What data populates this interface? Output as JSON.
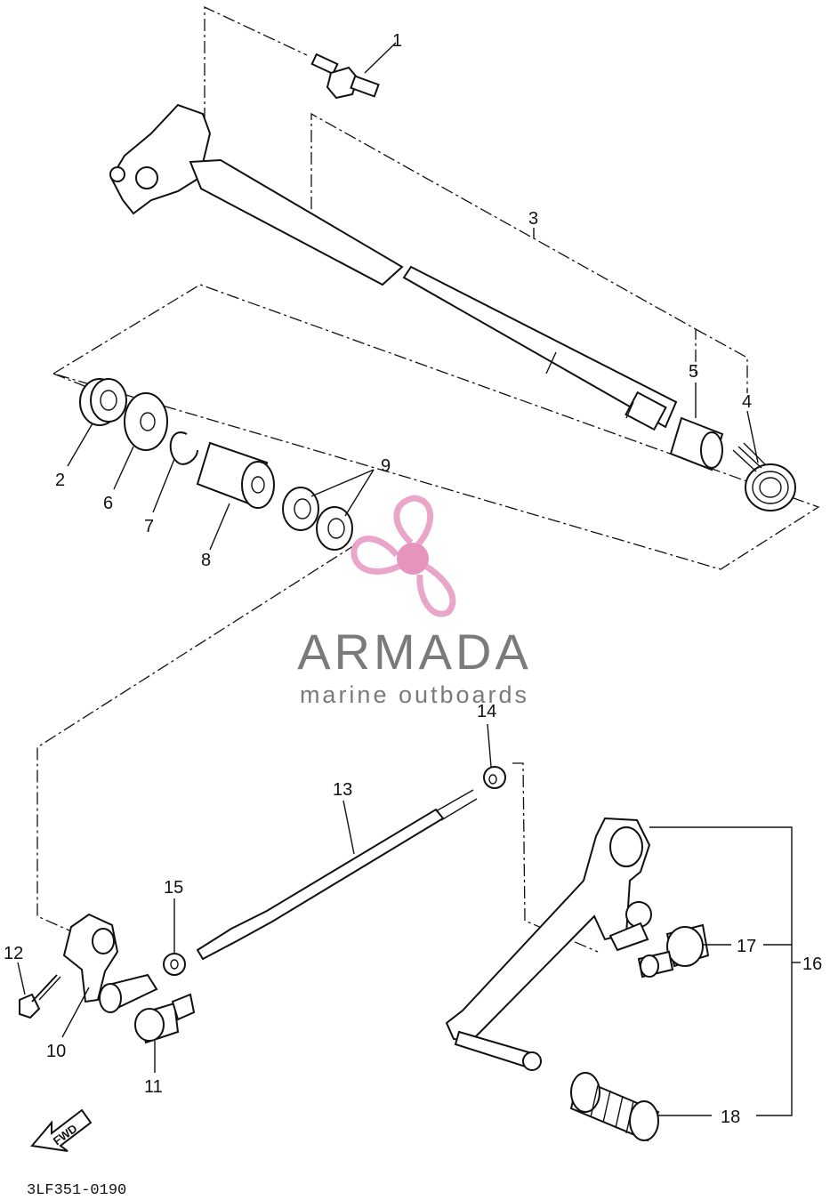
{
  "diagram": {
    "part_labels": [
      "1",
      "2",
      "3",
      "4",
      "5",
      "6",
      "7",
      "8",
      "9",
      "10",
      "11",
      "12",
      "13",
      "14",
      "15",
      "16",
      "17",
      "18"
    ],
    "drawing_code": "3LF351-0190",
    "fwd_arrow_text": "FWD"
  },
  "watermark": {
    "brand": "ARMADA",
    "tagline": "marine outboards",
    "colors": {
      "text": "#7a7a7a",
      "logo": "#e9a2c6",
      "logo_center": "#e58fbb"
    }
  }
}
